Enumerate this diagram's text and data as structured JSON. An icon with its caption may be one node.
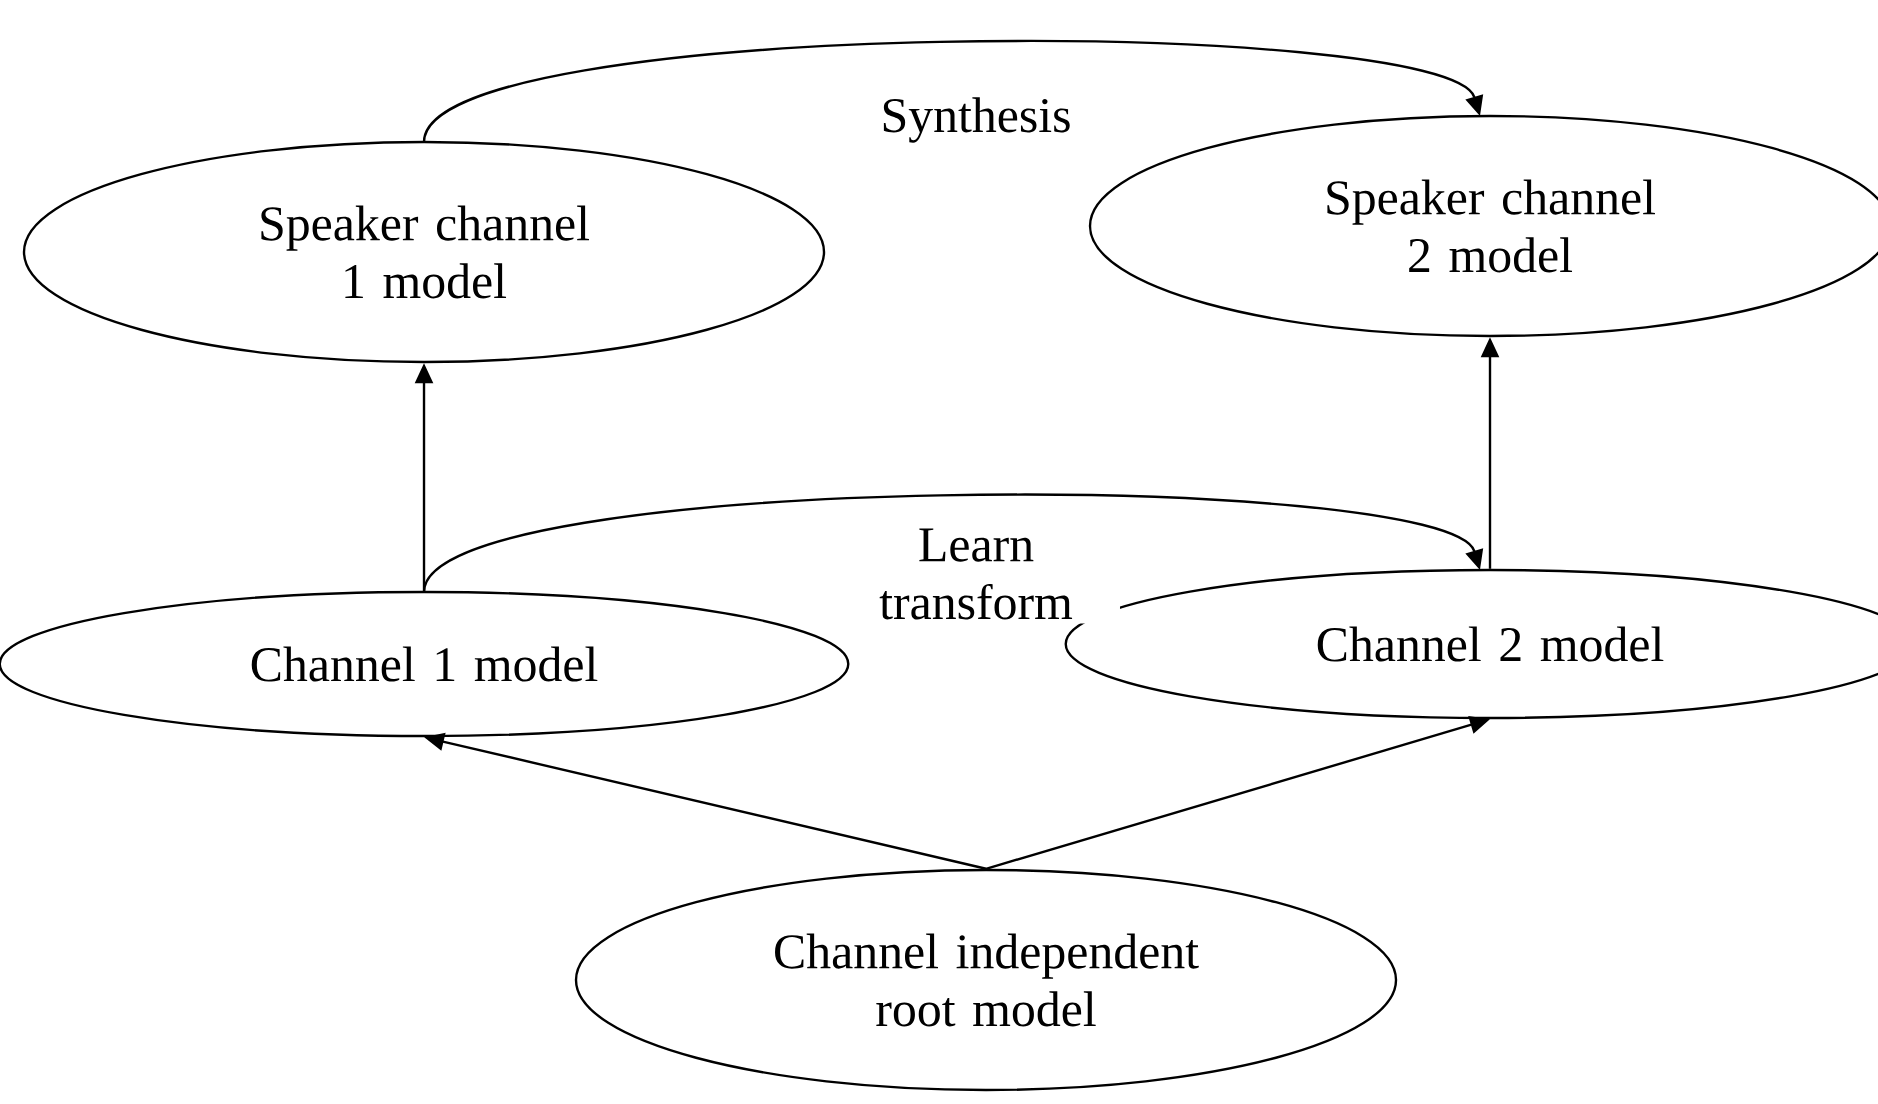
{
  "diagram": {
    "nodes": [
      {
        "text": [
          "Speaker channel 1 model"
        ]
      },
      {
        "text": [
          "Speaker channel 2 model"
        ]
      },
      {
        "text": [
          "Channel 1 model"
        ]
      },
      {
        "text": [
          "Channel 2 model"
        ]
      },
      {
        "text": [
          "Channel independent root model"
        ]
      }
    ],
    "edges": [
      {
        "from": 0,
        "to": 1,
        "arrow": "to",
        "label": "Synthesis"
      },
      {
        "from": 2,
        "to": 0,
        "arrow": "to"
      },
      {
        "from": 3,
        "to": 1,
        "arrow": "to"
      },
      {
        "from": 2,
        "to": 3,
        "arrow": "to",
        "label": "Learn transform"
      },
      {
        "from": 4,
        "to": 2,
        "arrow": "to"
      },
      {
        "from": 4,
        "to": 3,
        "arrow": "to"
      }
    ]
  }
}
